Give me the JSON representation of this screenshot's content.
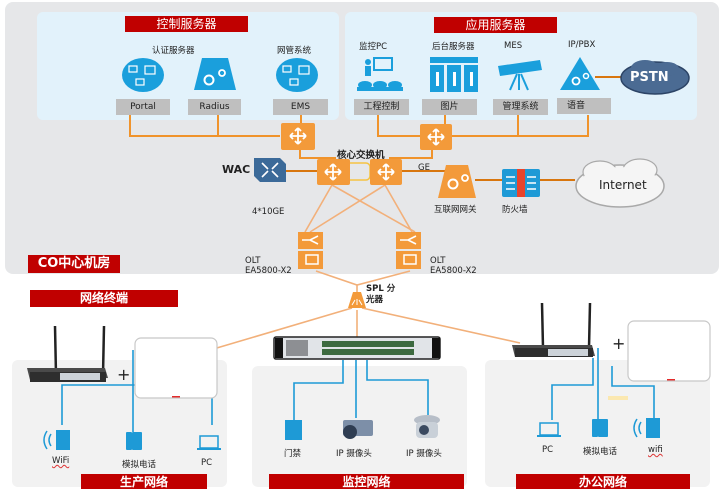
{
  "co_room": {
    "label": "CO中心机房"
  },
  "control_servers": {
    "title": "控制服务器",
    "auth_label": "认证服务器",
    "nms_label": "网管系统",
    "items": [
      {
        "name": "Portal"
      },
      {
        "name": "Radius"
      },
      {
        "name": "EMS"
      }
    ]
  },
  "app_servers": {
    "title": "应用服务器",
    "items": [
      {
        "top_label": "监控PC",
        "box": "工程控制"
      },
      {
        "top_label": "后台服务器",
        "box": "图片"
      },
      {
        "top_label": "MES",
        "box": "管理系统"
      },
      {
        "top_label": "IP/PBX",
        "box": "语音"
      }
    ],
    "pstn": "PSTN"
  },
  "core": {
    "core_switch_label": "核心交换机",
    "wac_label": "WAC",
    "ge_label": "GE",
    "link_label": "4*10GE",
    "gateway_label": "互联网网关",
    "firewall_label": "防火墙",
    "internet_label": "Internet",
    "olt_left": {
      "line1": "OLT",
      "line2": "EA5800-X2"
    },
    "olt_right": {
      "line1": "OLT",
      "line2": "EA5800-X2"
    }
  },
  "splitter": {
    "line1": "SPL 分",
    "line2": "光器"
  },
  "terminals": {
    "title": "网络终端",
    "plus": "+"
  },
  "production": {
    "title": "生产网络",
    "devices": [
      {
        "label": "WiFi"
      },
      {
        "label": "模拟电话"
      },
      {
        "label": "PC"
      }
    ]
  },
  "monitoring": {
    "title": "监控网络",
    "devices": [
      {
        "label": "门禁"
      },
      {
        "label": "IP 摄像头"
      },
      {
        "label": "IP 摄像头"
      }
    ]
  },
  "office": {
    "title": "办公网络",
    "devices": [
      {
        "label": "PC"
      },
      {
        "label": "模拟电话"
      },
      {
        "label": "wifi"
      }
    ]
  },
  "colors": {
    "accent_red": "#c00000",
    "switch_orange": "#f39a3a",
    "link_orange": "#f0a050",
    "icon_blue": "#1ea0dc",
    "panel_blue": "#e2f2fb"
  }
}
